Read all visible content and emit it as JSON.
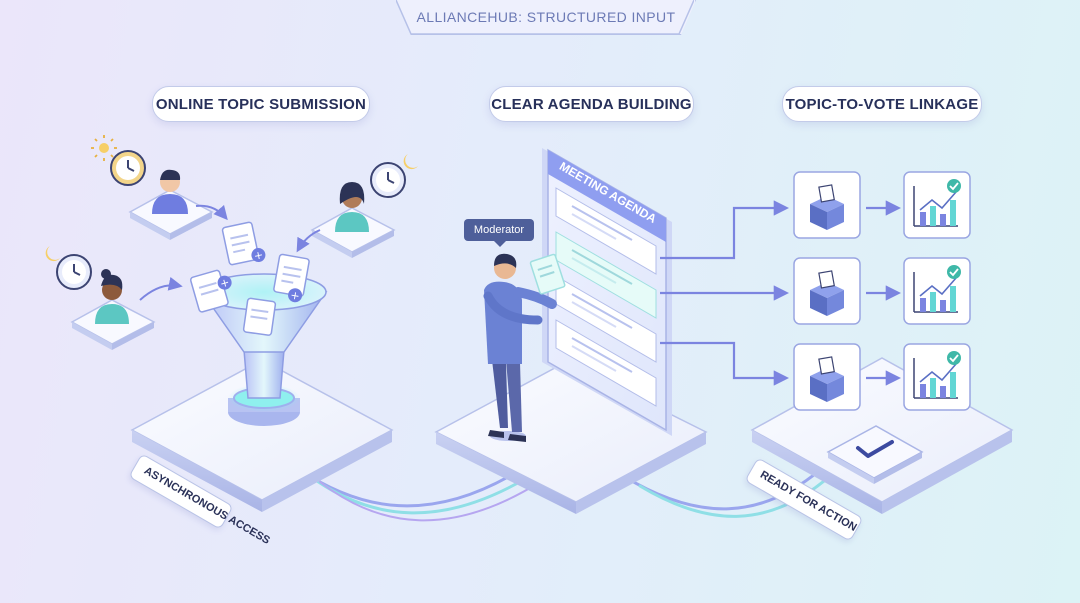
{
  "header": {
    "title": "ALLIANCEHUB: STRUCTURED INPUT"
  },
  "stages": [
    {
      "label": "ONLINE TOPIC SUBMISSION"
    },
    {
      "label": "CLEAR AGENDA BUILDING"
    },
    {
      "label": "TOPIC-TO-VOTE LINKAGE"
    }
  ],
  "agenda": {
    "title": "MEETING AGENDA"
  },
  "moderator": {
    "label": "Moderator"
  },
  "tags": {
    "async": "ASYNCHRONOUS ACCESS",
    "ready": "READY FOR ACTION"
  },
  "colors": {
    "accent": "#7b84e0",
    "teal": "#62d6d4",
    "navy": "#27305a",
    "vote_blue": "#5a6fc4"
  },
  "icons": [
    "sun-icon",
    "moon-icon",
    "clock-icon",
    "user-icon",
    "document-icon",
    "funnel-icon",
    "ballot-box-icon",
    "bar-chart-icon",
    "checkmark-icon",
    "arrow-icon"
  ]
}
